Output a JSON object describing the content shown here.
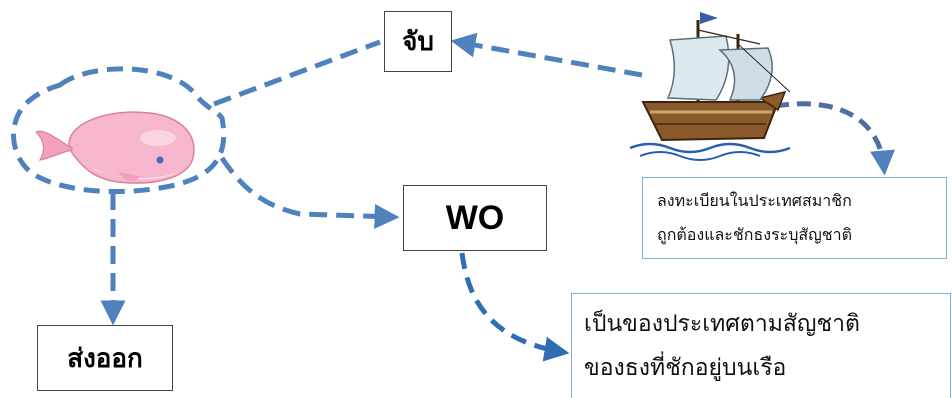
{
  "diagram": {
    "catch_label": "จับ",
    "wo_label": "WO",
    "export_label": "ส่งออก",
    "registration_note": {
      "line1": "ลงทะเบียนในประเทศสมาชิก",
      "line2": "ถูกต้องและชักธงระบุสัญชาติ"
    },
    "ownership_note": {
      "line1": "เป็นของประเทศตามสัญชาติ",
      "line2": "ของธงที่ชักอยู่บนเรือ"
    }
  },
  "colors": {
    "arrow": "#4f81bd",
    "arrow_dark": "#2f6db5",
    "whale_body": "#f6b6cc",
    "whale_belly": "#fde3ec",
    "ship_hull": "#8b5a2b",
    "sail": "#dde9ef",
    "flag": "#3a5da8",
    "water": "#2a5fb0"
  }
}
